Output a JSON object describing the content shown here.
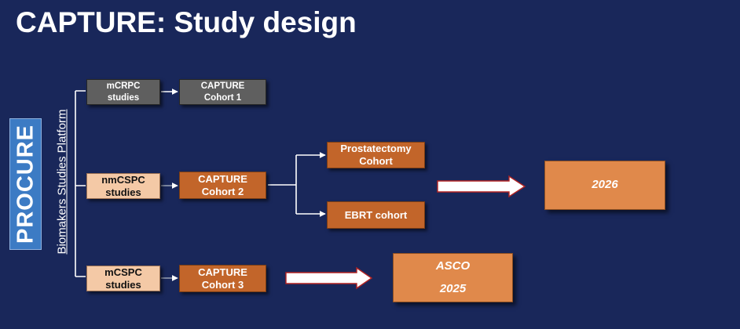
{
  "title": "CAPTURE: Study design",
  "logo": "PROCURE",
  "platform_label": "Biomakers Studies Platform",
  "studies": [
    {
      "label": "mCRPC\nstudies"
    },
    {
      "label": "nmCSPC\nstudies"
    },
    {
      "label": "mCSPC\nstudies"
    }
  ],
  "cohorts": [
    {
      "label": "CAPTURE\nCohort 1"
    },
    {
      "label": "CAPTURE\nCohort 2"
    },
    {
      "label": "CAPTURE\nCohort 3"
    }
  ],
  "subcohorts": [
    {
      "label": "Prostatectomy\nCohort"
    },
    {
      "label": "EBRT cohort"
    }
  ],
  "milestones": [
    {
      "label": "2026"
    },
    {
      "label": "ASCO\n2025"
    }
  ],
  "colors": {
    "background": "#19275a",
    "gray_box": "#5f5f5f",
    "peach_box": "#f4c9a6",
    "orange_box": "#c2652a",
    "milestone_box": "#e0894b"
  }
}
